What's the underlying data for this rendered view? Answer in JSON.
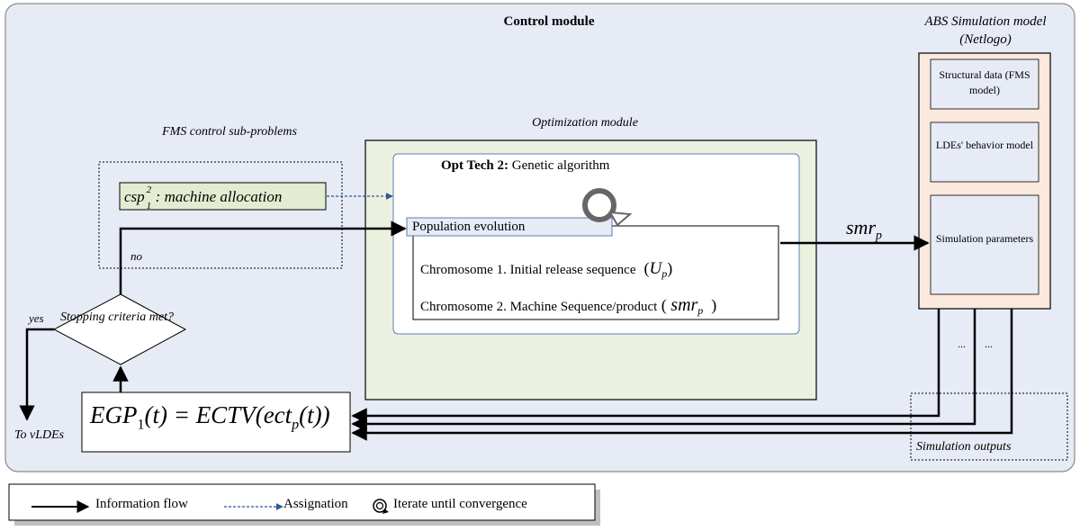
{
  "control_module": {
    "title": "Control module"
  },
  "abs_model": {
    "title": "ABS Simulation model (Netlogo)",
    "structural_data": "Structural data (FMS model)",
    "ldes_behavior": "LDEs' behavior model",
    "simulation_parameters": "Simulation parameters",
    "ellipsis_1": "...",
    "ellipsis_2": "..."
  },
  "fms": {
    "title": "FMS control sub-problems",
    "csp_symbol": "csp",
    "csp_sub": "1",
    "csp_sup": "2",
    "csp_label": ":  machine allocation"
  },
  "optimization": {
    "title": "Optimization module",
    "tech_bold": "Opt Tech 2:",
    "tech_label": " Genetic algorithm",
    "population_evolution": "Population evolution",
    "chromosome1": "Chromosome 1. Initial release sequence",
    "chromosome1_symbol": "U",
    "chromosome1_sub": "p",
    "chromosome2": "Chromosome 2. Machine Sequence/product",
    "chromosome2_symbol": "smr",
    "chromosome2_sub": "p"
  },
  "flow": {
    "smr_symbol": "smr",
    "smr_sub": "p",
    "no_label": "no",
    "yes_label": "yes",
    "stopping_criteria": "Stopping criteria met?",
    "to_vldes": "To vLDEs",
    "simulation_outputs": "Simulation outputs",
    "egp_formula": {
      "part1": "EGP",
      "sub1": "1",
      "part2": "(t) = ECTV(ect",
      "sub2": "p",
      "part3": "(t))"
    }
  },
  "legend": {
    "information_flow": "Information flow",
    "assignation": "Assignation",
    "iterate": "Iterate until convergence"
  },
  "colors": {
    "control_bg": "#e6ebf5",
    "optimization_bg": "#ebf0df",
    "abs_bg": "#fce9dd",
    "abs_box_bg": "#e6ebf5",
    "csp_bg": "#e3ebd0",
    "pop_bg": "#e6ebf5",
    "assignation_arrow": "#2f5597"
  }
}
